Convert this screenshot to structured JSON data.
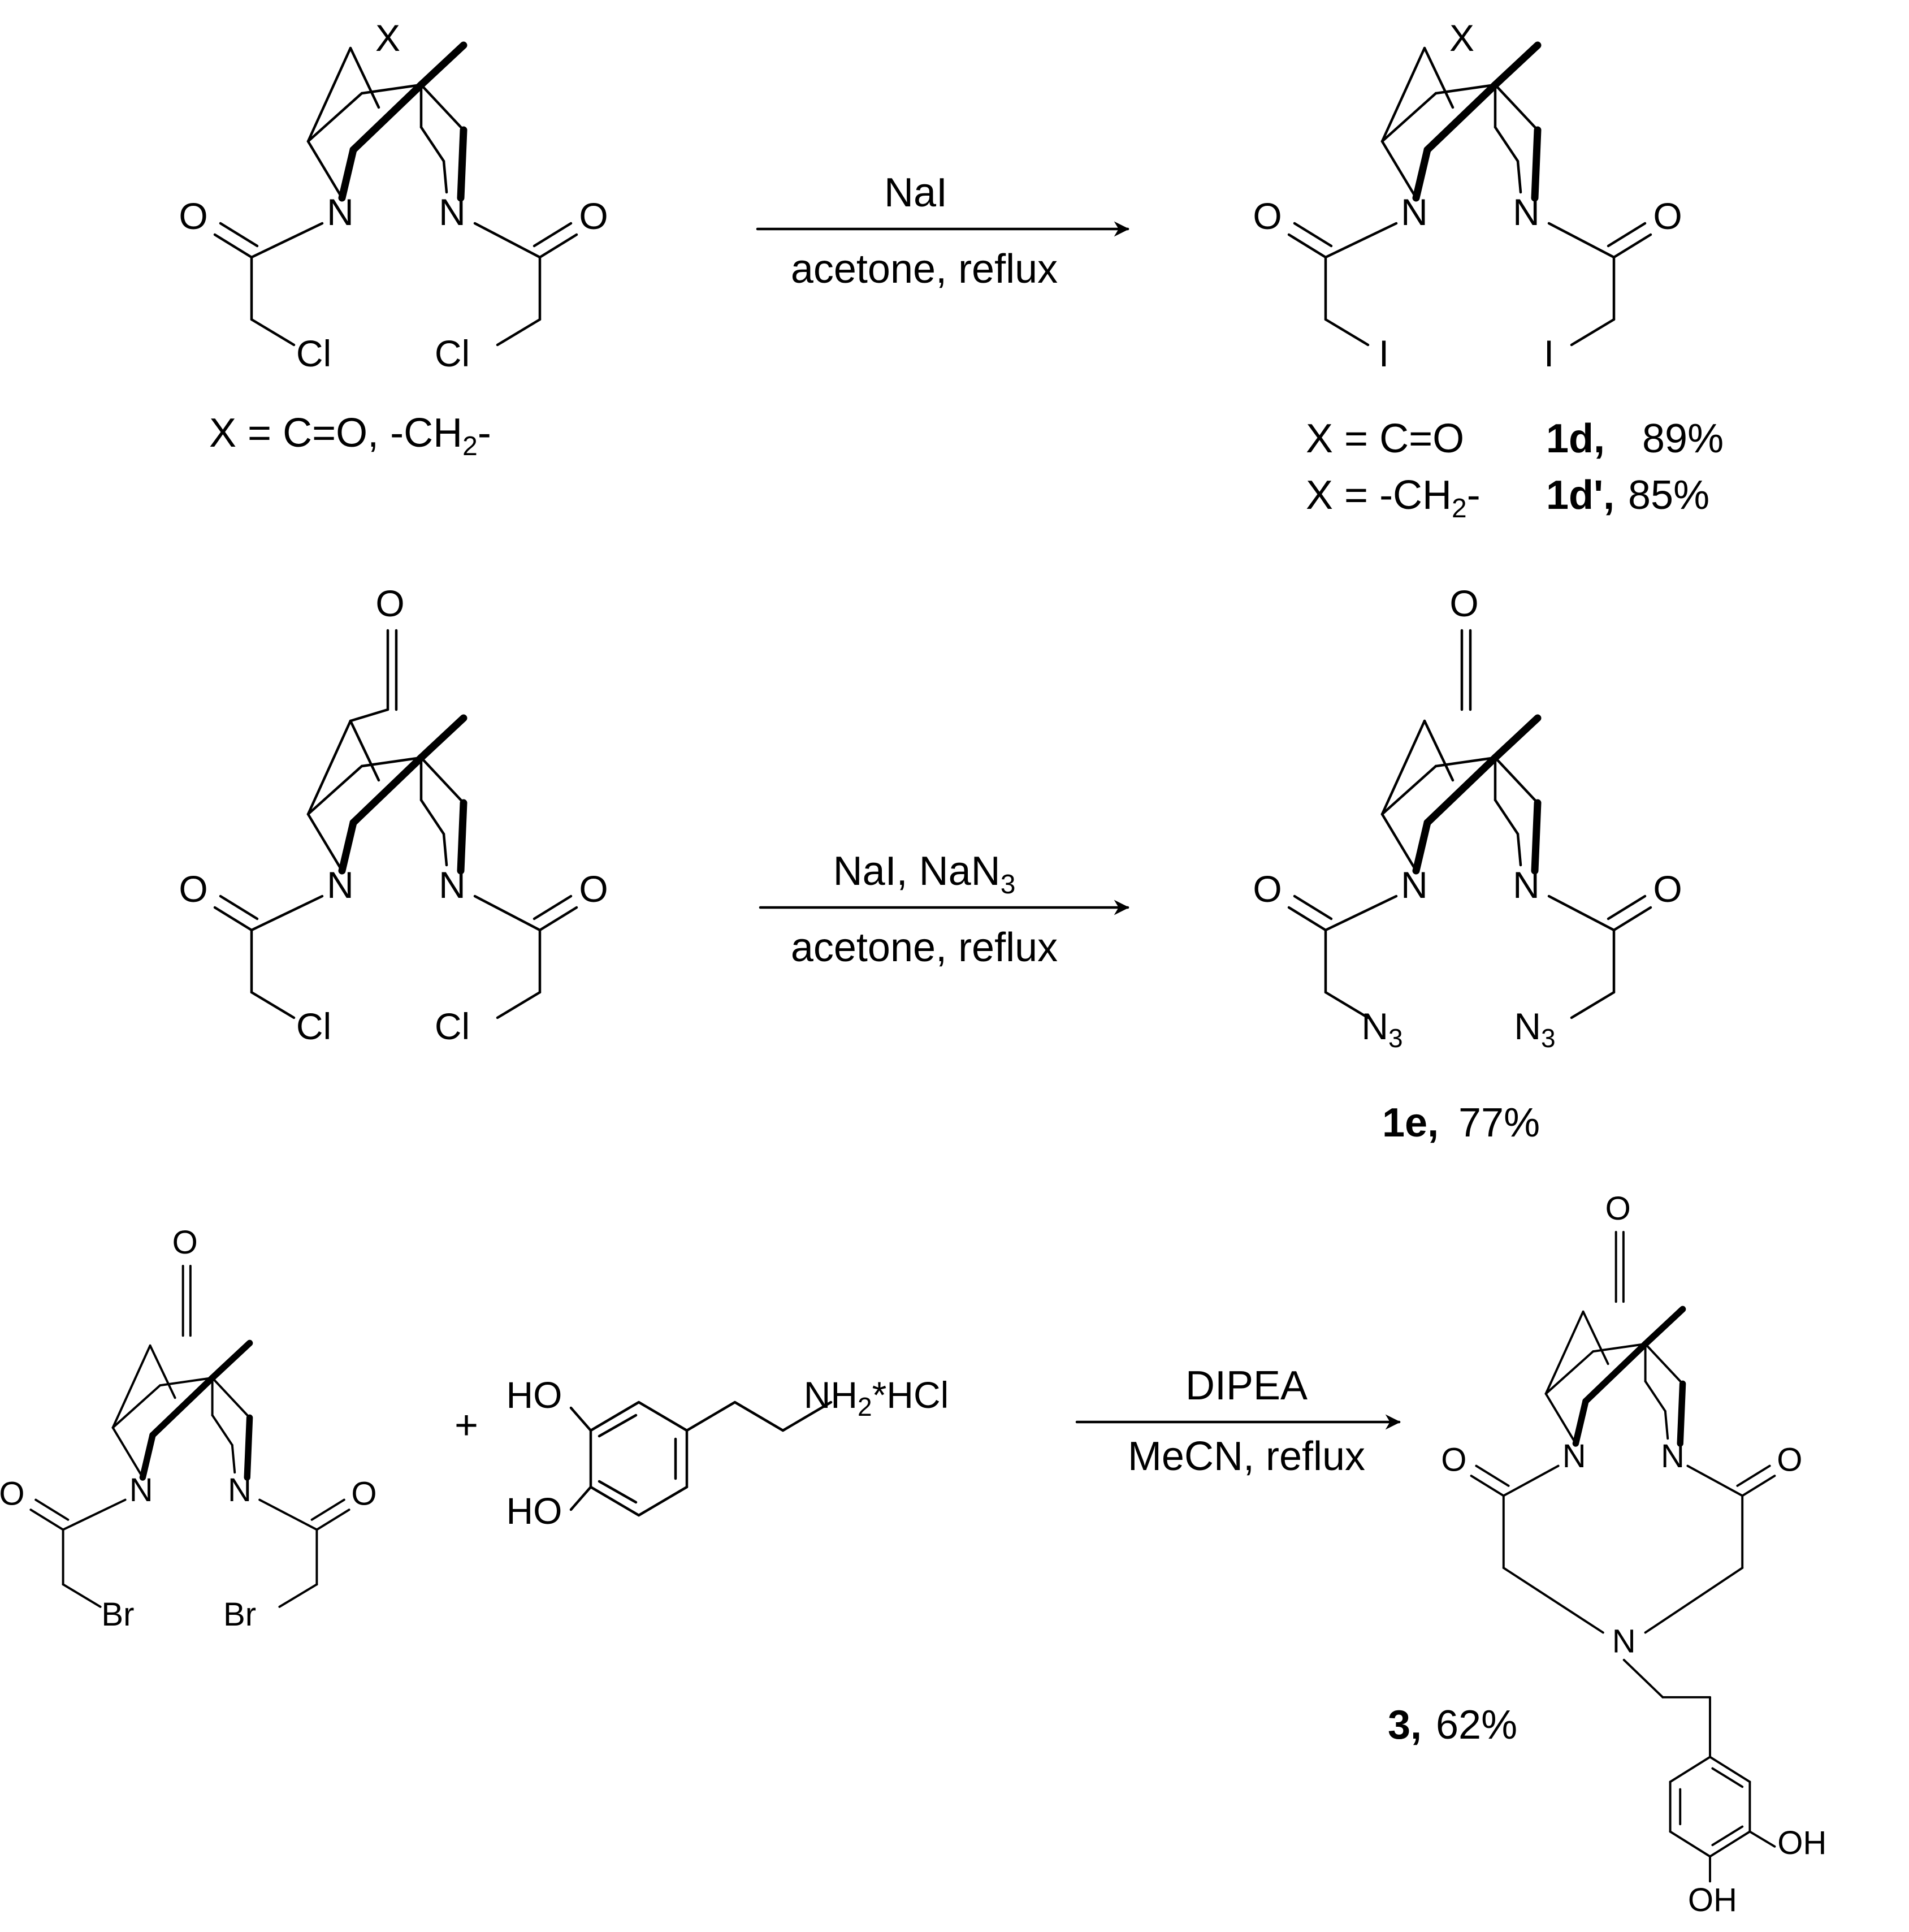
{
  "atoms": {
    "X": "X",
    "O": "O",
    "N": "N",
    "Cl": "Cl",
    "I": "I",
    "N3_main": "N",
    "N3_sub": "3",
    "Br": "Br",
    "HO": "HO",
    "OH": "OH",
    "NH2HCl_main": "NH",
    "NH2HCl_sub": "2",
    "NH2HCl_tail": "*HCl",
    "plus": "+"
  },
  "reaction1": {
    "condition_top": "NaI",
    "condition_bottom": "acetone, reflux",
    "start_label_pre": "X = C=O, -CH",
    "start_label_sub": "2",
    "start_label_post": "-",
    "product_row1_x": "X = C=O",
    "product_row1_compound": "1d,",
    "product_row1_yield": "89%",
    "product_row2_x_pre": "X = -CH",
    "product_row2_x_sub": "2",
    "product_row2_x_post": "-",
    "product_row2_compound": "1d',",
    "product_row2_yield": "85%"
  },
  "reaction2": {
    "condition_top_pre": "NaI, NaN",
    "condition_top_sub": "3",
    "condition_bottom": "acetone, reflux",
    "product_compound": "1e,",
    "product_yield": "77%"
  },
  "reaction3": {
    "condition_top": "DIPEA",
    "condition_bottom": "MeCN, reflux",
    "product_compound": "3,",
    "product_yield": "62%"
  }
}
